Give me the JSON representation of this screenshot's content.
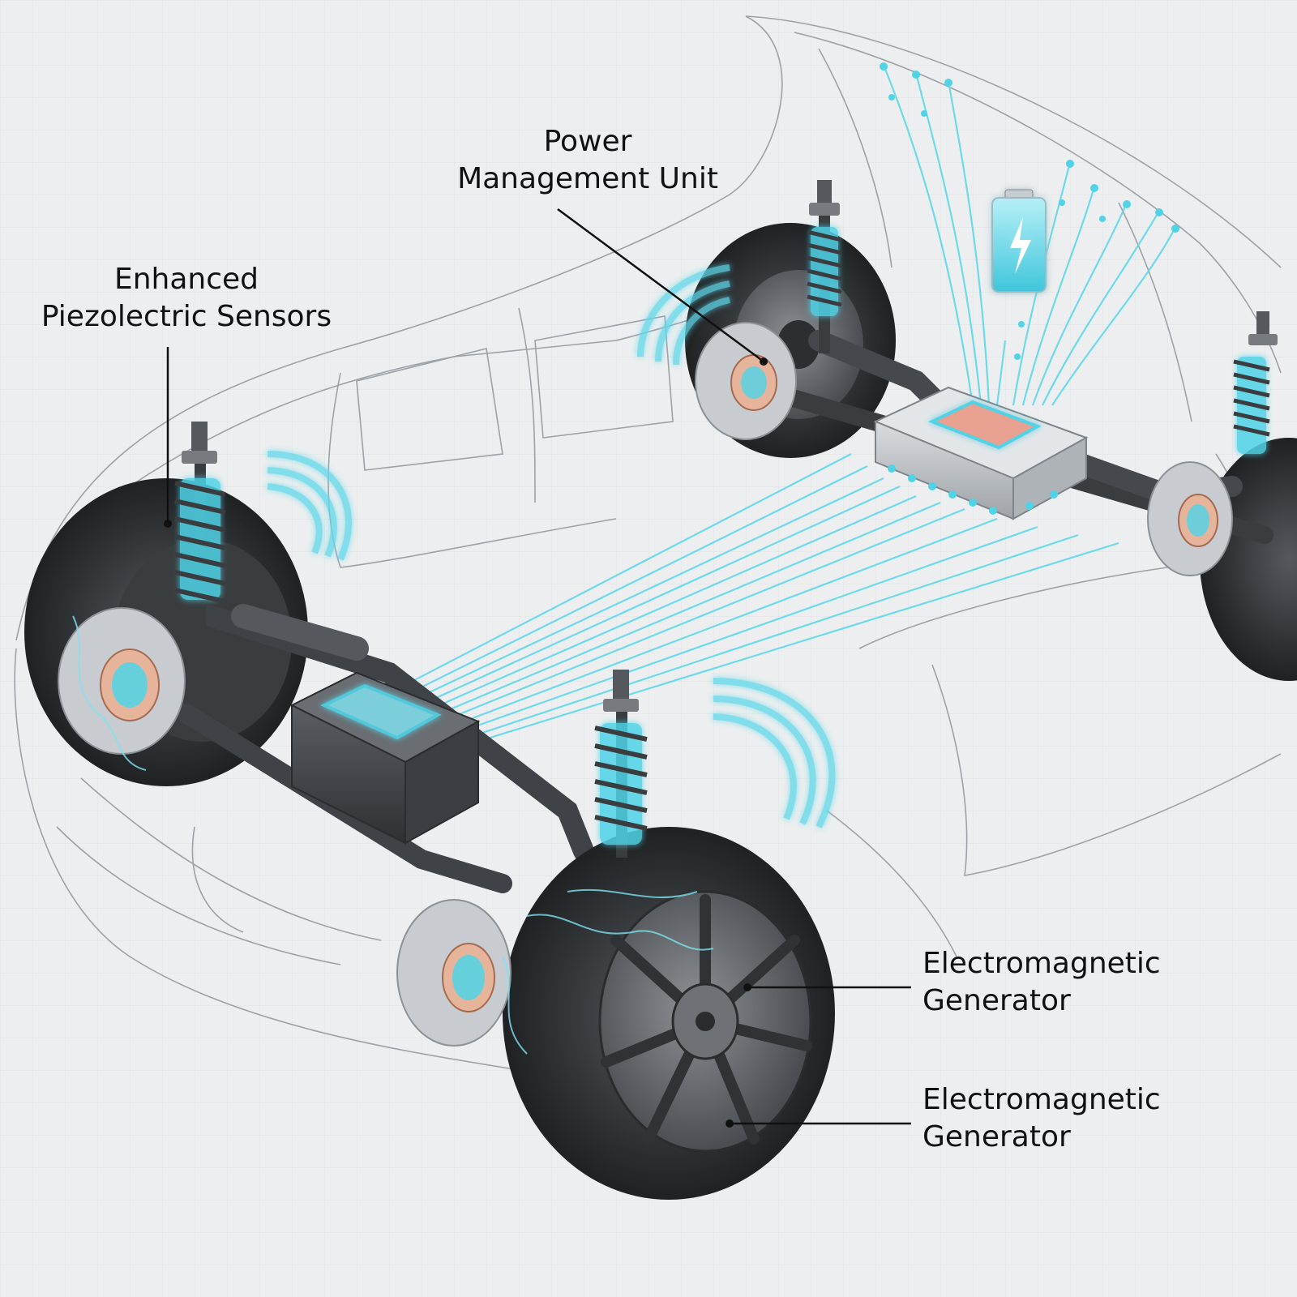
{
  "labels": {
    "power_management_unit": [
      "Power",
      "Management Unit"
    ],
    "piezoelectric_sensors": [
      "Enhanced",
      "Piezolectric Sensors"
    ],
    "generator_upper": [
      "Electromagnetic",
      "Generator"
    ],
    "generator_lower": [
      "Electromagnetic",
      "Generator"
    ]
  },
  "colors": {
    "background": "#eceeef",
    "grid": "#dfe2e4",
    "energy_glow": "#3fd2e6",
    "chassis": "#3a3d40",
    "tire": "#2b2d30",
    "hub": "#c8ccd0",
    "outline": "#9aa0a6",
    "label_text": "#111111"
  },
  "icons": [
    "battery-charging-icon",
    "lightning-bolt-icon"
  ]
}
